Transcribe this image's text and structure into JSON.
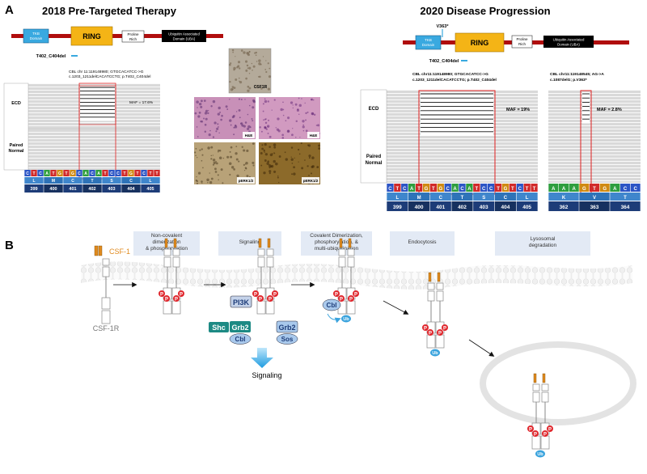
{
  "panel_a": {
    "letter": "A",
    "left_title": "2018 Pre-Targeted Therapy",
    "right_title": "2020 Disease Progression",
    "domains": {
      "tkb": [
        "TKB",
        "Domain"
      ],
      "ring": "RING",
      "proline": [
        "Proline",
        "Rich"
      ],
      "uba": [
        "Ubiquitin Associated",
        "Domain (UBA)"
      ]
    },
    "deletion_label": "T402_C404del",
    "v363_label": "V363*",
    "left_variant": [
      "CBL chr 11:119148980; GTGCACATCC->G",
      "c.1203_1211delCACATCCTG; p.T402_C404del"
    ],
    "right_variant1": [
      "CBL chr11:119148980; GTGCACATCC->G",
      "c.1203_1211delCACATCCTG; p.T402_C404del"
    ],
    "right_variant2": [
      "CBL chr11:119148545; AG->A",
      "c.1087delG; p.V363*"
    ],
    "ecd": "ECD",
    "paired_normal": [
      "Paired",
      "Normal"
    ],
    "maf_left": "MAF = 17.6%",
    "maf_right1": "MAF = 19%",
    "maf_right2": "MAF = 2.8%",
    "left_nucleotides": [
      "C",
      "T",
      "C",
      "A",
      "T",
      "G",
      "T",
      "G",
      "C",
      "A",
      "C",
      "A",
      "T",
      "C",
      "C",
      "T",
      "G",
      "T",
      "C",
      "T",
      "T"
    ],
    "left_aa": [
      "L",
      "M",
      "C",
      "T",
      "S",
      "C",
      "L"
    ],
    "left_pos": [
      "399",
      "400",
      "401",
      "402",
      "403",
      "404",
      "405"
    ],
    "right_nucleotides": [
      "C",
      "T",
      "C",
      "A",
      "T",
      "G",
      "T",
      "G",
      "C",
      "A",
      "C",
      "A",
      "T",
      "C",
      "C",
      "T",
      "G",
      "T",
      "C",
      "T",
      "T"
    ],
    "right_aa": [
      "L",
      "M",
      "C",
      "T",
      "S",
      "C",
      "L"
    ],
    "right_pos": [
      "399",
      "400",
      "401",
      "402",
      "403",
      "404",
      "405"
    ],
    "right2_nucleotides": [
      "A",
      "A",
      "A",
      "G",
      "T",
      "G",
      "A",
      "C",
      "C"
    ],
    "right2_aa": [
      "K",
      "V",
      "T"
    ],
    "right2_pos": [
      "362",
      "363",
      "364"
    ],
    "histology": {
      "csf1r": "CSF1R",
      "he1": "H&E",
      "he2": "H&E",
      "perk1": "pERK1/2",
      "perk2": "pERK1/2"
    }
  },
  "panel_b": {
    "letter": "B",
    "ligand": "CSF-1",
    "receptor": "CSF-1R",
    "stages": [
      "Non-covalent|dimerization|& phosphorylation",
      "Signaling",
      "Covalent Dimerization,|phosphorylation, &|multi-ubiquitination",
      "Endocytosis",
      "Lysosomal|degradation"
    ],
    "p": "P",
    "ub": "Ub",
    "pi3k": "PI3K",
    "shc": "Shc",
    "grb2": "Grb2",
    "cbl": "Cbl",
    "sos": "Sos",
    "signaling_output": "Signaling",
    "colors": {
      "teal": "#1d8a84",
      "blue_dark": "#1d3c78",
      "blue_mid": "#2e73b8",
      "tkb": "#39a9e0",
      "ring": "#f4b416",
      "ligand": "#e08a1e",
      "p_red": "#e0272d",
      "ub_blue": "#3aa3dd"
    }
  }
}
